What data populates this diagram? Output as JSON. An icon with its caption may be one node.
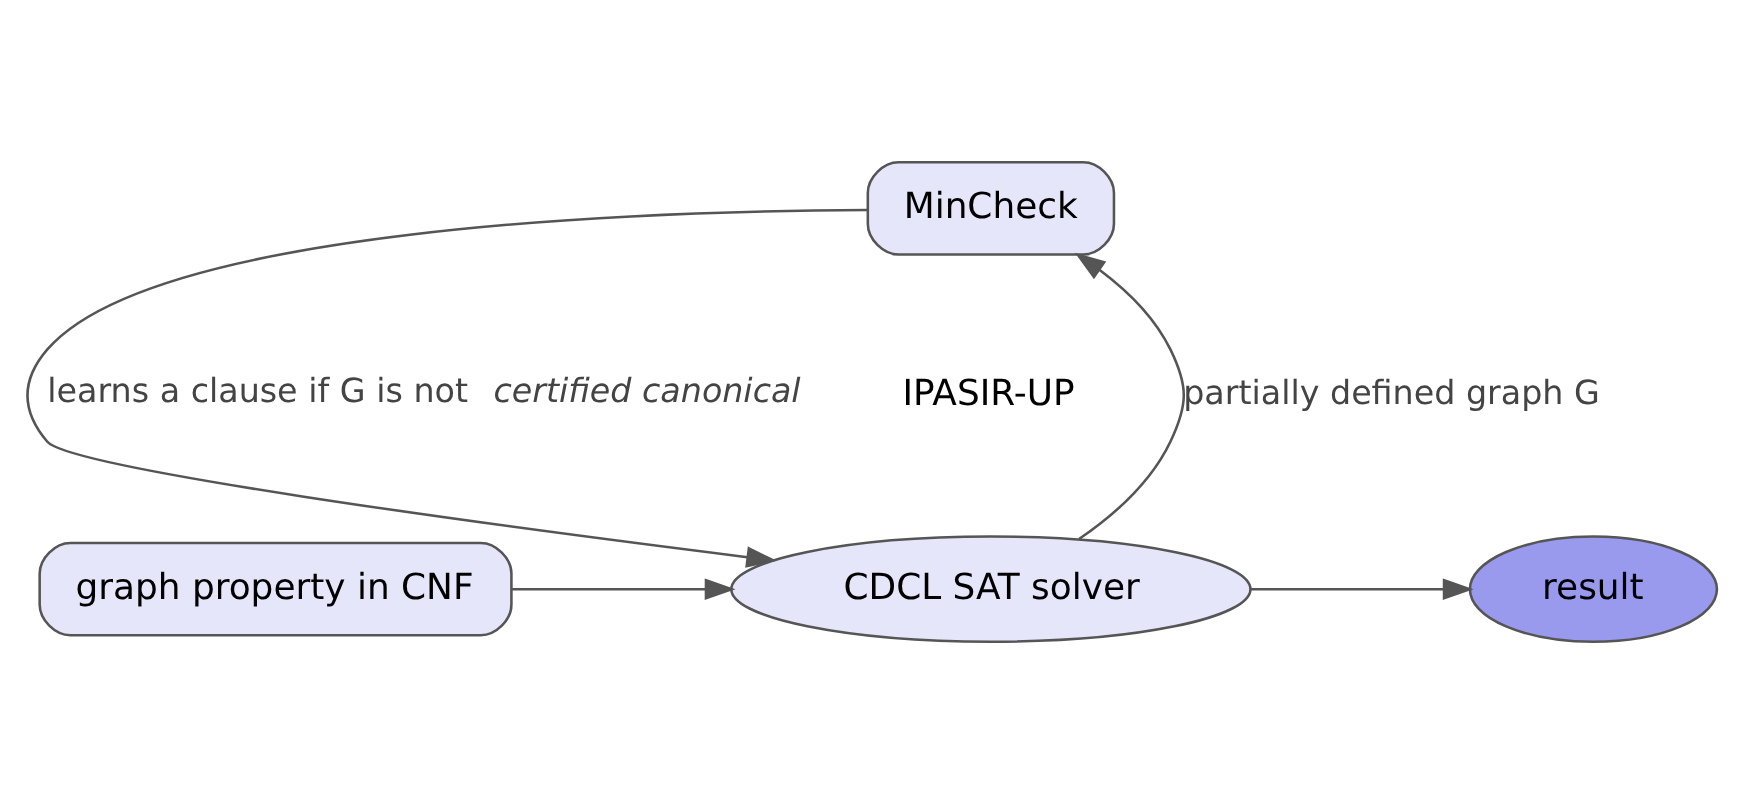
{
  "diagram": {
    "nodes": [
      {
        "text": [
          "MinCheck"
        ]
      },
      {
        "text": [
          "graph property in CNF"
        ]
      },
      {
        "text": [
          "CDCL SAT solver"
        ]
      },
      {
        "text": [
          "result"
        ]
      }
    ],
    "edges": [
      {
        "from": 2,
        "to": 0,
        "arrow": "to",
        "label": "partially defined graph G"
      },
      {
        "from": 0,
        "to": 2,
        "arrow": "to",
        "label": "learns a clause if G is not *certified canonical*"
      },
      {
        "from": 1,
        "to": 2,
        "arrow": "to"
      },
      {
        "from": 2,
        "to": 3,
        "arrow": "to"
      }
    ],
    "labels": [
      "IPASIR-UP"
    ]
  }
}
